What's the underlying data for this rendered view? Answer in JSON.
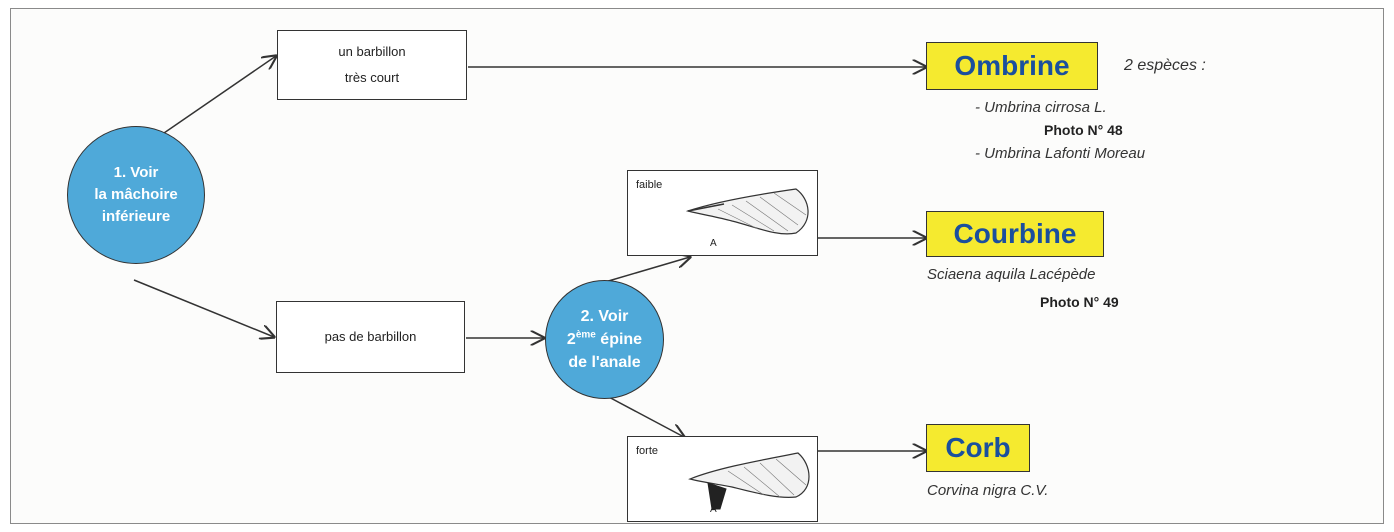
{
  "step1": {
    "line1": "1. Voir",
    "line2": "la mâchoire",
    "line3": "inférieure"
  },
  "step2": {
    "line1": "2. Voir",
    "line2_base": "2",
    "line2_sup": "ème",
    "line2_rest": " épine",
    "line3": "de l'anale"
  },
  "box_barbillon": {
    "line1": "un barbillon",
    "line2": "très court"
  },
  "box_no_barbillon": {
    "label": "pas de barbillon"
  },
  "fig_faible": {
    "label": "faible",
    "mark": "A"
  },
  "fig_forte": {
    "label": "forte",
    "mark": "A"
  },
  "ombrine": {
    "name": "Ombrine",
    "count": "2 espèces :",
    "species1": "- Umbrina cirrosa L.",
    "photo": "Photo N° 48",
    "species2": "- Umbrina Lafonti Moreau"
  },
  "courbine": {
    "name": "Courbine",
    "species": "Sciaena aquila Lacépède",
    "photo": "Photo N° 49"
  },
  "corb": {
    "name": "Corb",
    "species": "Corvina nigra C.V."
  },
  "colors": {
    "circle": "#4fa9d9",
    "name_bg": "#f5ea2f",
    "name_text": "#1a4f9e"
  }
}
